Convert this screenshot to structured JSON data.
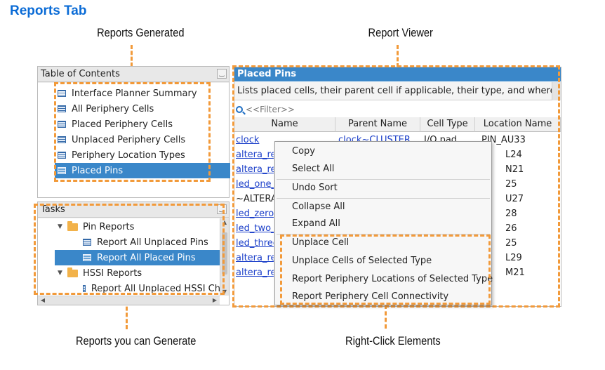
{
  "page_title": "Reports Tab",
  "callouts": {
    "reports_generated": "Reports Generated",
    "report_viewer": "Report Viewer",
    "reports_you_can_generate": "Reports you can Generate",
    "right_click_elements": "Right-Click Elements"
  },
  "toc_panel": {
    "title": "Table of Contents",
    "items": [
      {
        "label": "Interface Planner Summary",
        "icon": "summary-report-icon"
      },
      {
        "label": "All Periphery Cells",
        "icon": "table-report-icon"
      },
      {
        "label": "Placed Periphery Cells",
        "icon": "table-report-icon"
      },
      {
        "label": "Unplaced Periphery Cells",
        "icon": "table-report-icon"
      },
      {
        "label": "Periphery Location Types",
        "icon": "table-report-icon"
      },
      {
        "label": "Placed Pins",
        "icon": "table-report-icon",
        "selected": true
      }
    ]
  },
  "tasks_panel": {
    "title": "Tasks",
    "items": [
      {
        "label": "Pin Reports",
        "icon": "folder-icon",
        "expanded": true
      },
      {
        "label": "Report All Unplaced Pins",
        "icon": "table-report-icon"
      },
      {
        "label": "Report All Placed Pins",
        "icon": "table-report-icon",
        "selected": true
      },
      {
        "label": "HSSI Reports",
        "icon": "folder-icon",
        "expanded": true
      },
      {
        "label": "Report All Unplaced HSSI Ch",
        "icon": "table-report-icon"
      }
    ]
  },
  "viewer": {
    "title": "Placed Pins",
    "description": "Lists placed cells, their parent cell if applicable, their type, and where",
    "filter_placeholder": "<<Filter>>",
    "columns": [
      "Name",
      "Parent Name",
      "Cell Type",
      "Location Name"
    ],
    "rows": [
      {
        "name": "clock",
        "parent": "clock~CLUSTER",
        "cell_type": "I/O pad",
        "location": "PIN_AU33"
      },
      {
        "name": "altera_re",
        "location": "L24"
      },
      {
        "name": "altera_re",
        "location": "N21"
      },
      {
        "name": "led_one_",
        "location": "25"
      },
      {
        "name": "~ALTERA",
        "location": "U27"
      },
      {
        "name": "led_zero_",
        "location": "28"
      },
      {
        "name": "led_two_",
        "location": "26"
      },
      {
        "name": "led_three",
        "location": "25"
      },
      {
        "name": "altera_re",
        "location": "L29"
      },
      {
        "name": "altera_re",
        "location": "M21"
      }
    ]
  },
  "context_menu": {
    "items": [
      "Copy",
      "Select All",
      "Undo Sort",
      "Collapse All",
      "Expand All",
      "Unplace Cell",
      "Unplace Cells of Selected Type",
      "Report Periphery Locations of Selected Type",
      "Report Periphery Cell Connectivity"
    ]
  },
  "colors": {
    "accent": "#0a6bd6",
    "selection": "#3a87c9",
    "callout_dash": "#f29a3a",
    "link": "#1a3ec9"
  }
}
